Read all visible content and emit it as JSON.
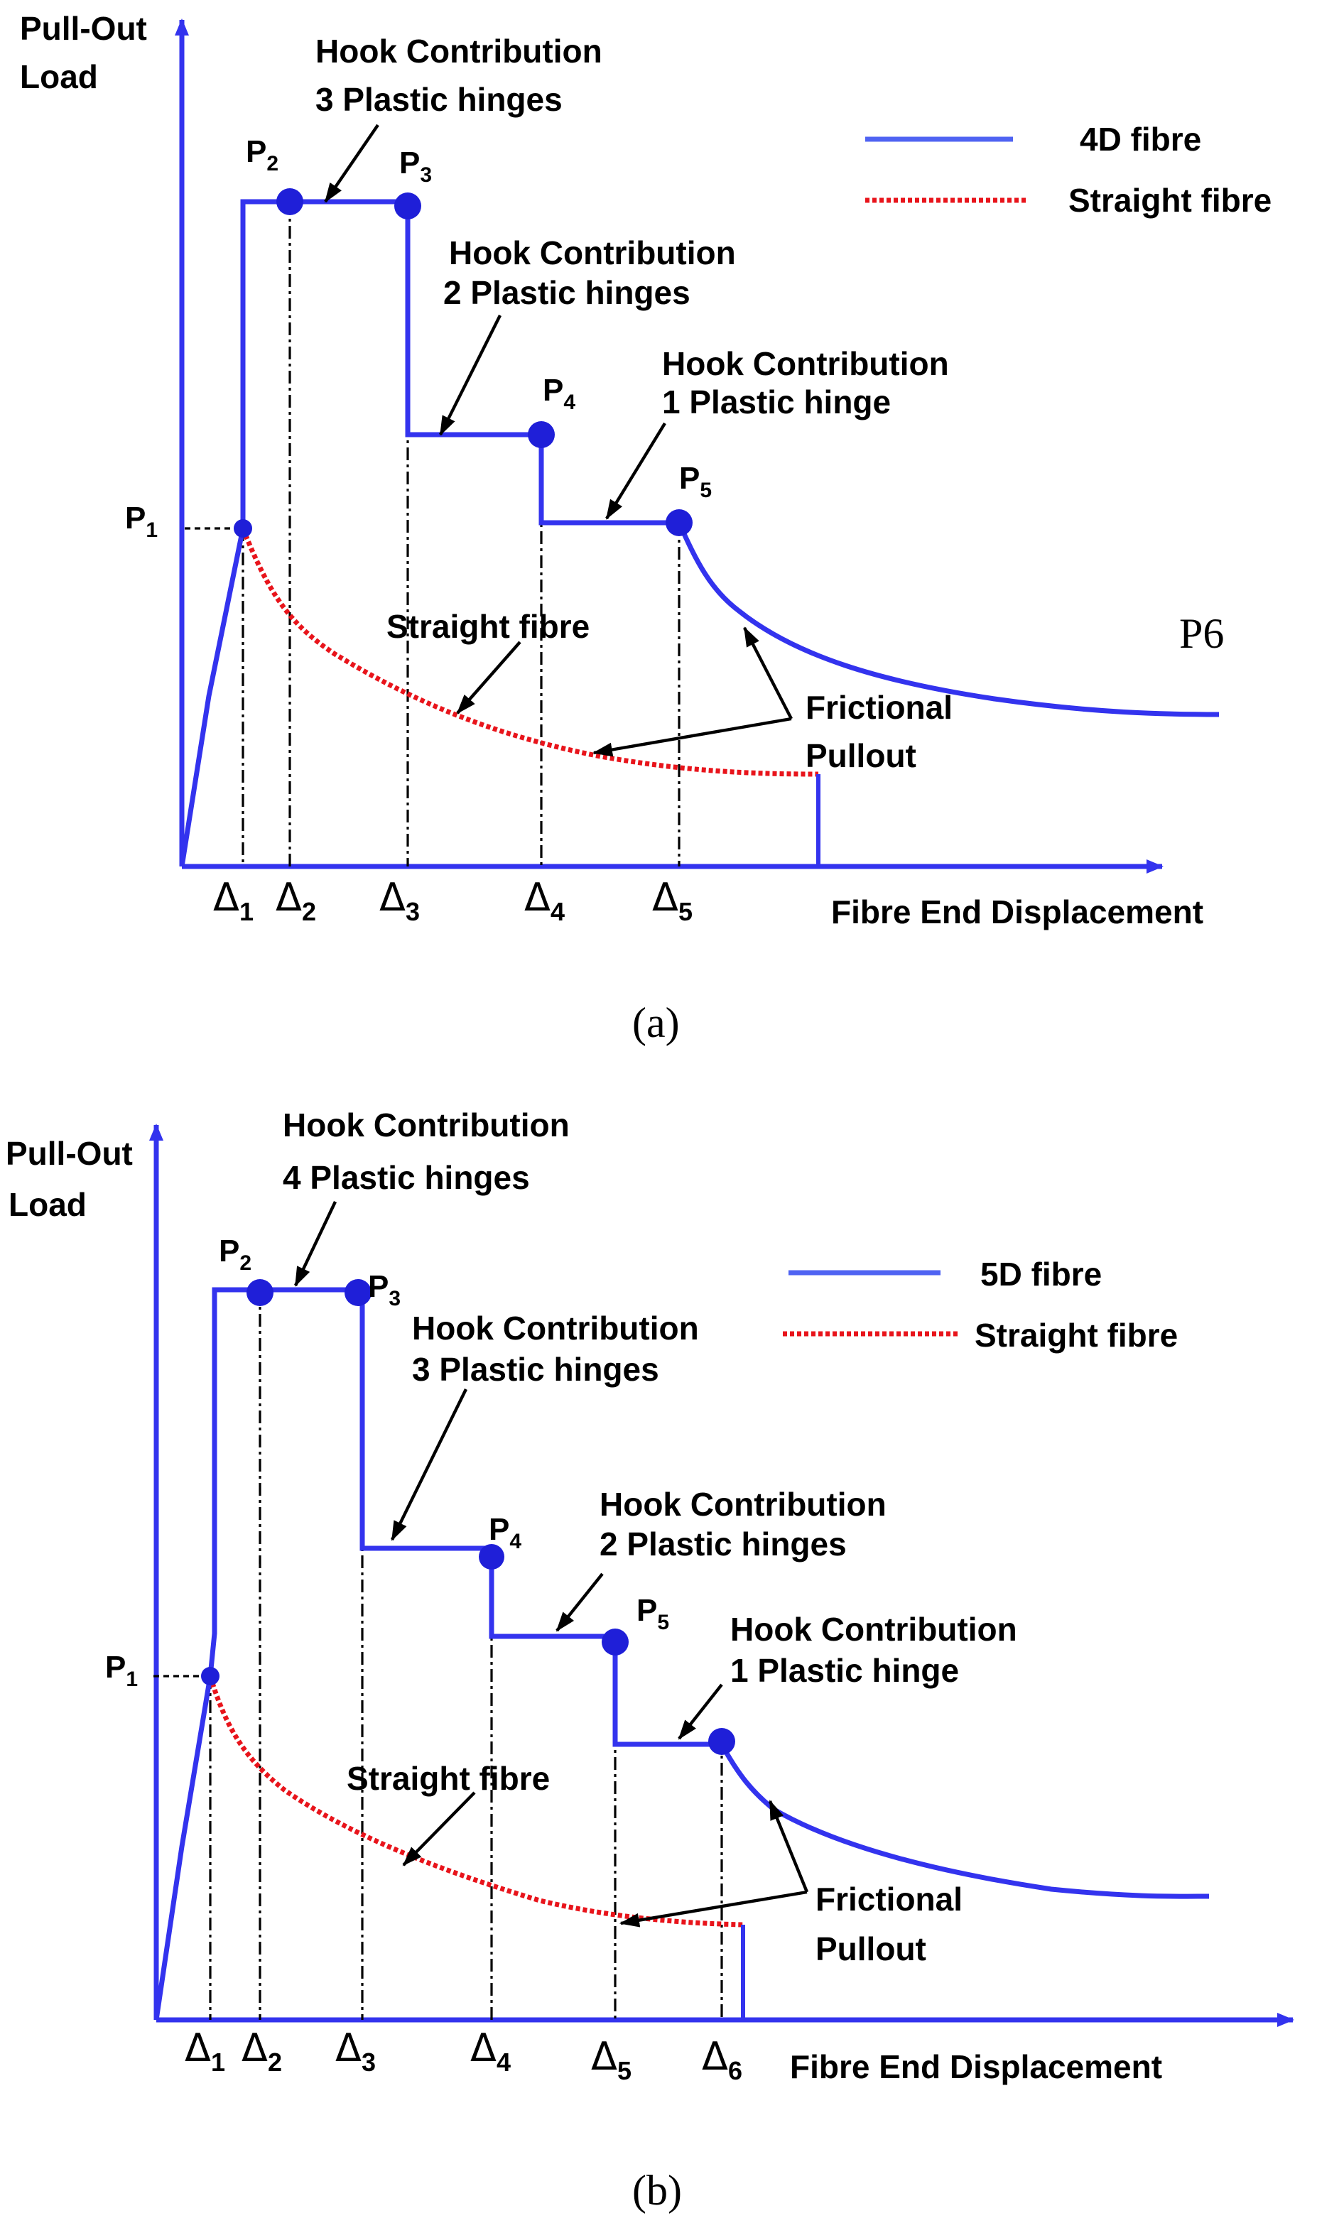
{
  "colors": {
    "fibre": "#3333ee",
    "straight": "#e8141b",
    "point": "#1f1fd8",
    "text": "#000000"
  },
  "panels": [
    {
      "caption": "(a)",
      "y_axis_label": [
        "Pull-Out",
        "Load"
      ],
      "x_axis_label": "Fibre End Displacement",
      "legend": [
        {
          "label": "4D fibre",
          "style": "solid"
        },
        {
          "label": "Straight fibre",
          "style": "dotted"
        }
      ],
      "points": [
        "P",
        "P",
        "P",
        "P",
        "P"
      ],
      "point_subs": [
        "1",
        "2",
        "3",
        "4",
        "5"
      ],
      "extra_label": "P6",
      "deltas": [
        "Δ",
        "Δ",
        "Δ",
        "Δ",
        "Δ"
      ],
      "delta_subs": [
        "1",
        "2",
        "3",
        "4",
        "5"
      ],
      "annotations": [
        [
          "Hook Contribution",
          "3 Plastic hinges"
        ],
        [
          "Hook Contribution",
          "2 Plastic hinges"
        ],
        [
          "Hook Contribution",
          "1 Plastic hinge"
        ]
      ],
      "straight_label": "Straight fibre",
      "frictional_label": [
        "Frictional",
        "Pullout"
      ]
    },
    {
      "caption": "(b)",
      "y_axis_label": [
        "Pull-Out",
        "Load"
      ],
      "x_axis_label": "Fibre End Displacement",
      "legend": [
        {
          "label": "5D fibre",
          "style": "solid"
        },
        {
          "label": "Straight fibre",
          "style": "dotted"
        }
      ],
      "points": [
        "P",
        "P",
        "P",
        "P",
        "P"
      ],
      "point_subs": [
        "1",
        "2",
        "3",
        "4",
        "5"
      ],
      "deltas": [
        "Δ",
        "Δ",
        "Δ",
        "Δ",
        "Δ",
        "Δ"
      ],
      "delta_subs": [
        "1",
        "2",
        "3",
        "4",
        "5",
        "6"
      ],
      "annotations": [
        [
          "Hook Contribution",
          "4 Plastic hinges"
        ],
        [
          "Hook Contribution",
          "3 Plastic hinges"
        ],
        [
          "Hook Contribution",
          "2 Plastic hinges"
        ],
        [
          "Hook Contribution",
          "1 Plastic hinge"
        ]
      ],
      "straight_label": "Straight fibre",
      "frictional_label": [
        "Frictional",
        "Pullout"
      ]
    }
  ]
}
